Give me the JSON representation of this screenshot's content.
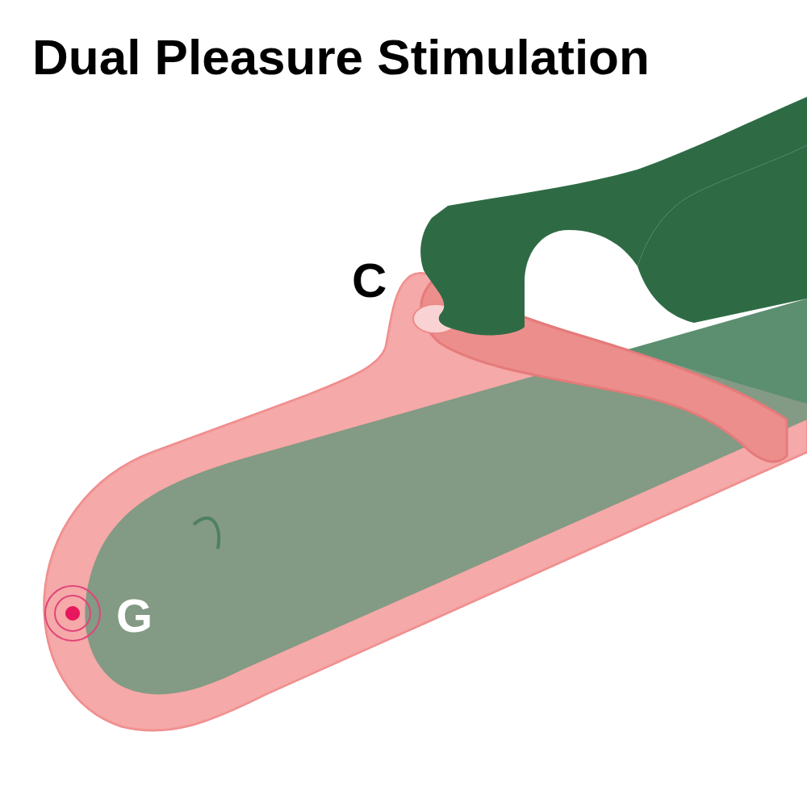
{
  "diagram": {
    "title": "Dual Pleasure Stimulation",
    "labels": [
      "C",
      "G"
    ]
  }
}
